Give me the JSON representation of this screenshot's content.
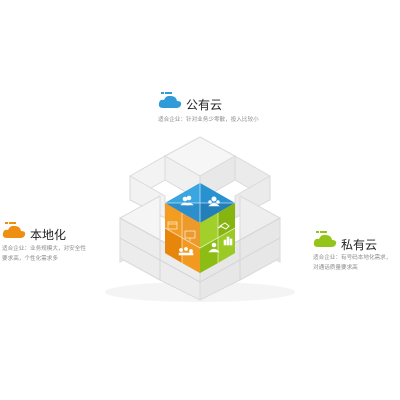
{
  "clouds": {
    "public": {
      "title": "公有云",
      "desc": [
        "适合企业：针对业务少零散，投入比较小"
      ],
      "color": "#2f9bd8"
    },
    "local": {
      "title": "本地化",
      "desc": [
        "适合企业：业务规模大，对安全性",
        "要求高，个性化需求多"
      ],
      "color": "#ef8f12"
    },
    "private": {
      "title": "私有云",
      "desc": [
        "适合企业：有号码本地化需求，",
        "对通话质量要求高"
      ],
      "color": "#94c41a"
    }
  },
  "cube_colors": {
    "top": "#2f9bd8",
    "left": "#ef8f12",
    "right": "#94c41a",
    "grid": "#d4d4d4"
  },
  "icons": {
    "top": [
      "team-icon",
      "group-icon"
    ],
    "left": [
      "browser-icon",
      "board-icon",
      "meeting-icon"
    ],
    "right": [
      "handshake-icon",
      "person-icon",
      "chart-icon"
    ]
  }
}
